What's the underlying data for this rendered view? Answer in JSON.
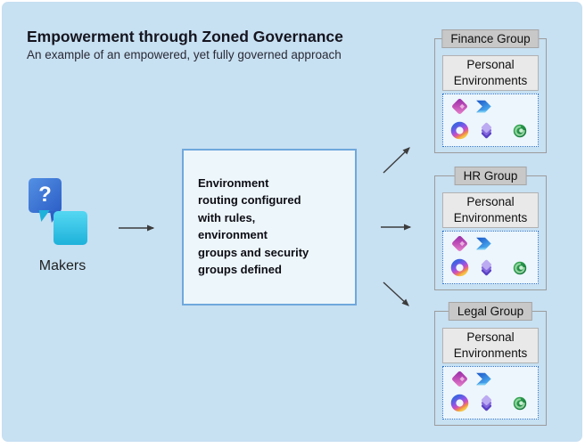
{
  "slide": {
    "title": "Empowerment through Zoned Governance",
    "subtitle": "An example of an empowered, yet fully governed approach"
  },
  "makers": {
    "label": "Makers",
    "bubble_glyph": "?"
  },
  "center_box": {
    "text": "Environment\nrouting configured\nwith rules,\nenvironment\ngroups and security\ngroups defined"
  },
  "groups": [
    {
      "label": "Finance Group",
      "env_label": "Personal Environments",
      "icons": [
        "power-apps",
        "power-automate",
        "copilot",
        "power-pages",
        "dataverse"
      ]
    },
    {
      "label": "HR Group",
      "env_label": "Personal Environments",
      "icons": [
        "power-apps",
        "power-automate",
        "copilot",
        "power-pages",
        "dataverse"
      ]
    },
    {
      "label": "Legal Group",
      "env_label": "Personal Environments",
      "icons": [
        "power-apps",
        "power-automate",
        "copilot",
        "power-pages",
        "dataverse"
      ]
    }
  ],
  "colors": {
    "canvas_background": "#C7E0F2",
    "center_box_background": "#EDF6FB",
    "center_box_border": "#6FA8DC",
    "group_border": "#9C9C9C",
    "group_label_background": "#C8C8C8",
    "personal_env_background": "#E9E9E9",
    "dotted_border": "#2E74C9",
    "arrow": "#3C3C3C",
    "maker_bubble_blue": "#2C5EC6",
    "maker_bubble_cyan": "#1EB2DA"
  }
}
